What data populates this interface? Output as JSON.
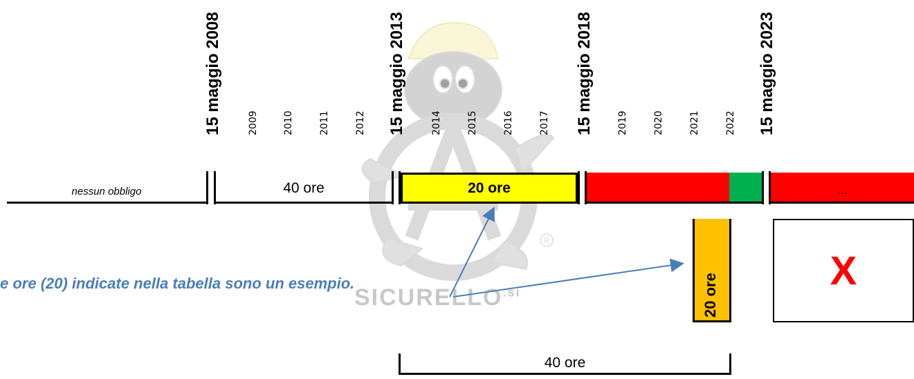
{
  "timeline": {
    "major_dates": [
      "15 maggio 2008",
      "15 maggio 2013",
      "15 maggio 2018",
      "15 maggio 2023"
    ],
    "years": [
      "2009",
      "2010",
      "2011",
      "2012",
      "2014",
      "2015",
      "2016",
      "2017",
      "2019",
      "2020",
      "2021",
      "2022"
    ]
  },
  "periods": {
    "none": "nessun obbligo",
    "first": "40 ore",
    "second": "20 ore",
    "future": "..."
  },
  "annotation": {
    "note": "e ore (20) indicate nella tabella sono un esempio.",
    "vertical_bar": "20 ore",
    "cross": "X",
    "bracket": "40 ore"
  },
  "watermark": {
    "text": "SICURELLO",
    "suffix": ".si"
  },
  "colors": {
    "yellow": "#ffff00",
    "red": "#ff0000",
    "green": "#00b050",
    "orange": "#ffc000",
    "arrow": "#4a7ebb",
    "note": "#4a7ebb",
    "cross": "#ff0000"
  }
}
